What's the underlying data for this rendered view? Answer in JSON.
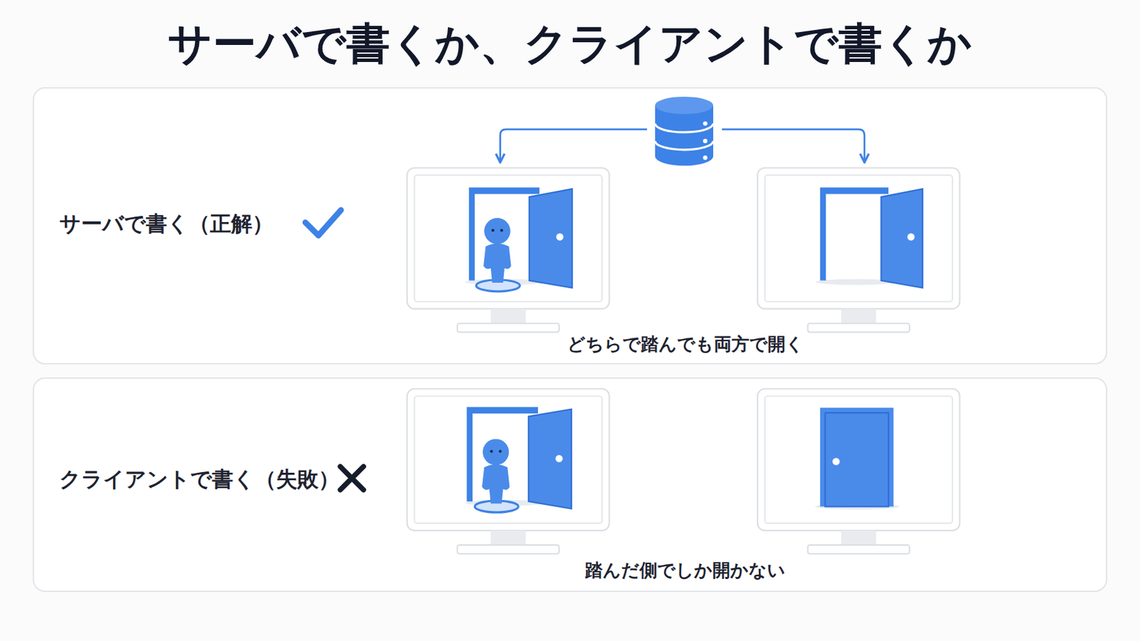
{
  "diagram": {
    "title": "サーバで書くか、クライアントで書くか",
    "nodes": [
      {
        "text": [
          "サーバで書く（正解）",
          "どちらで踏んでも両方で開く"
        ]
      },
      {
        "text": [
          "クライアントで書く（失敗）",
          "踏んだ側でしか開かない"
        ]
      }
    ]
  }
}
